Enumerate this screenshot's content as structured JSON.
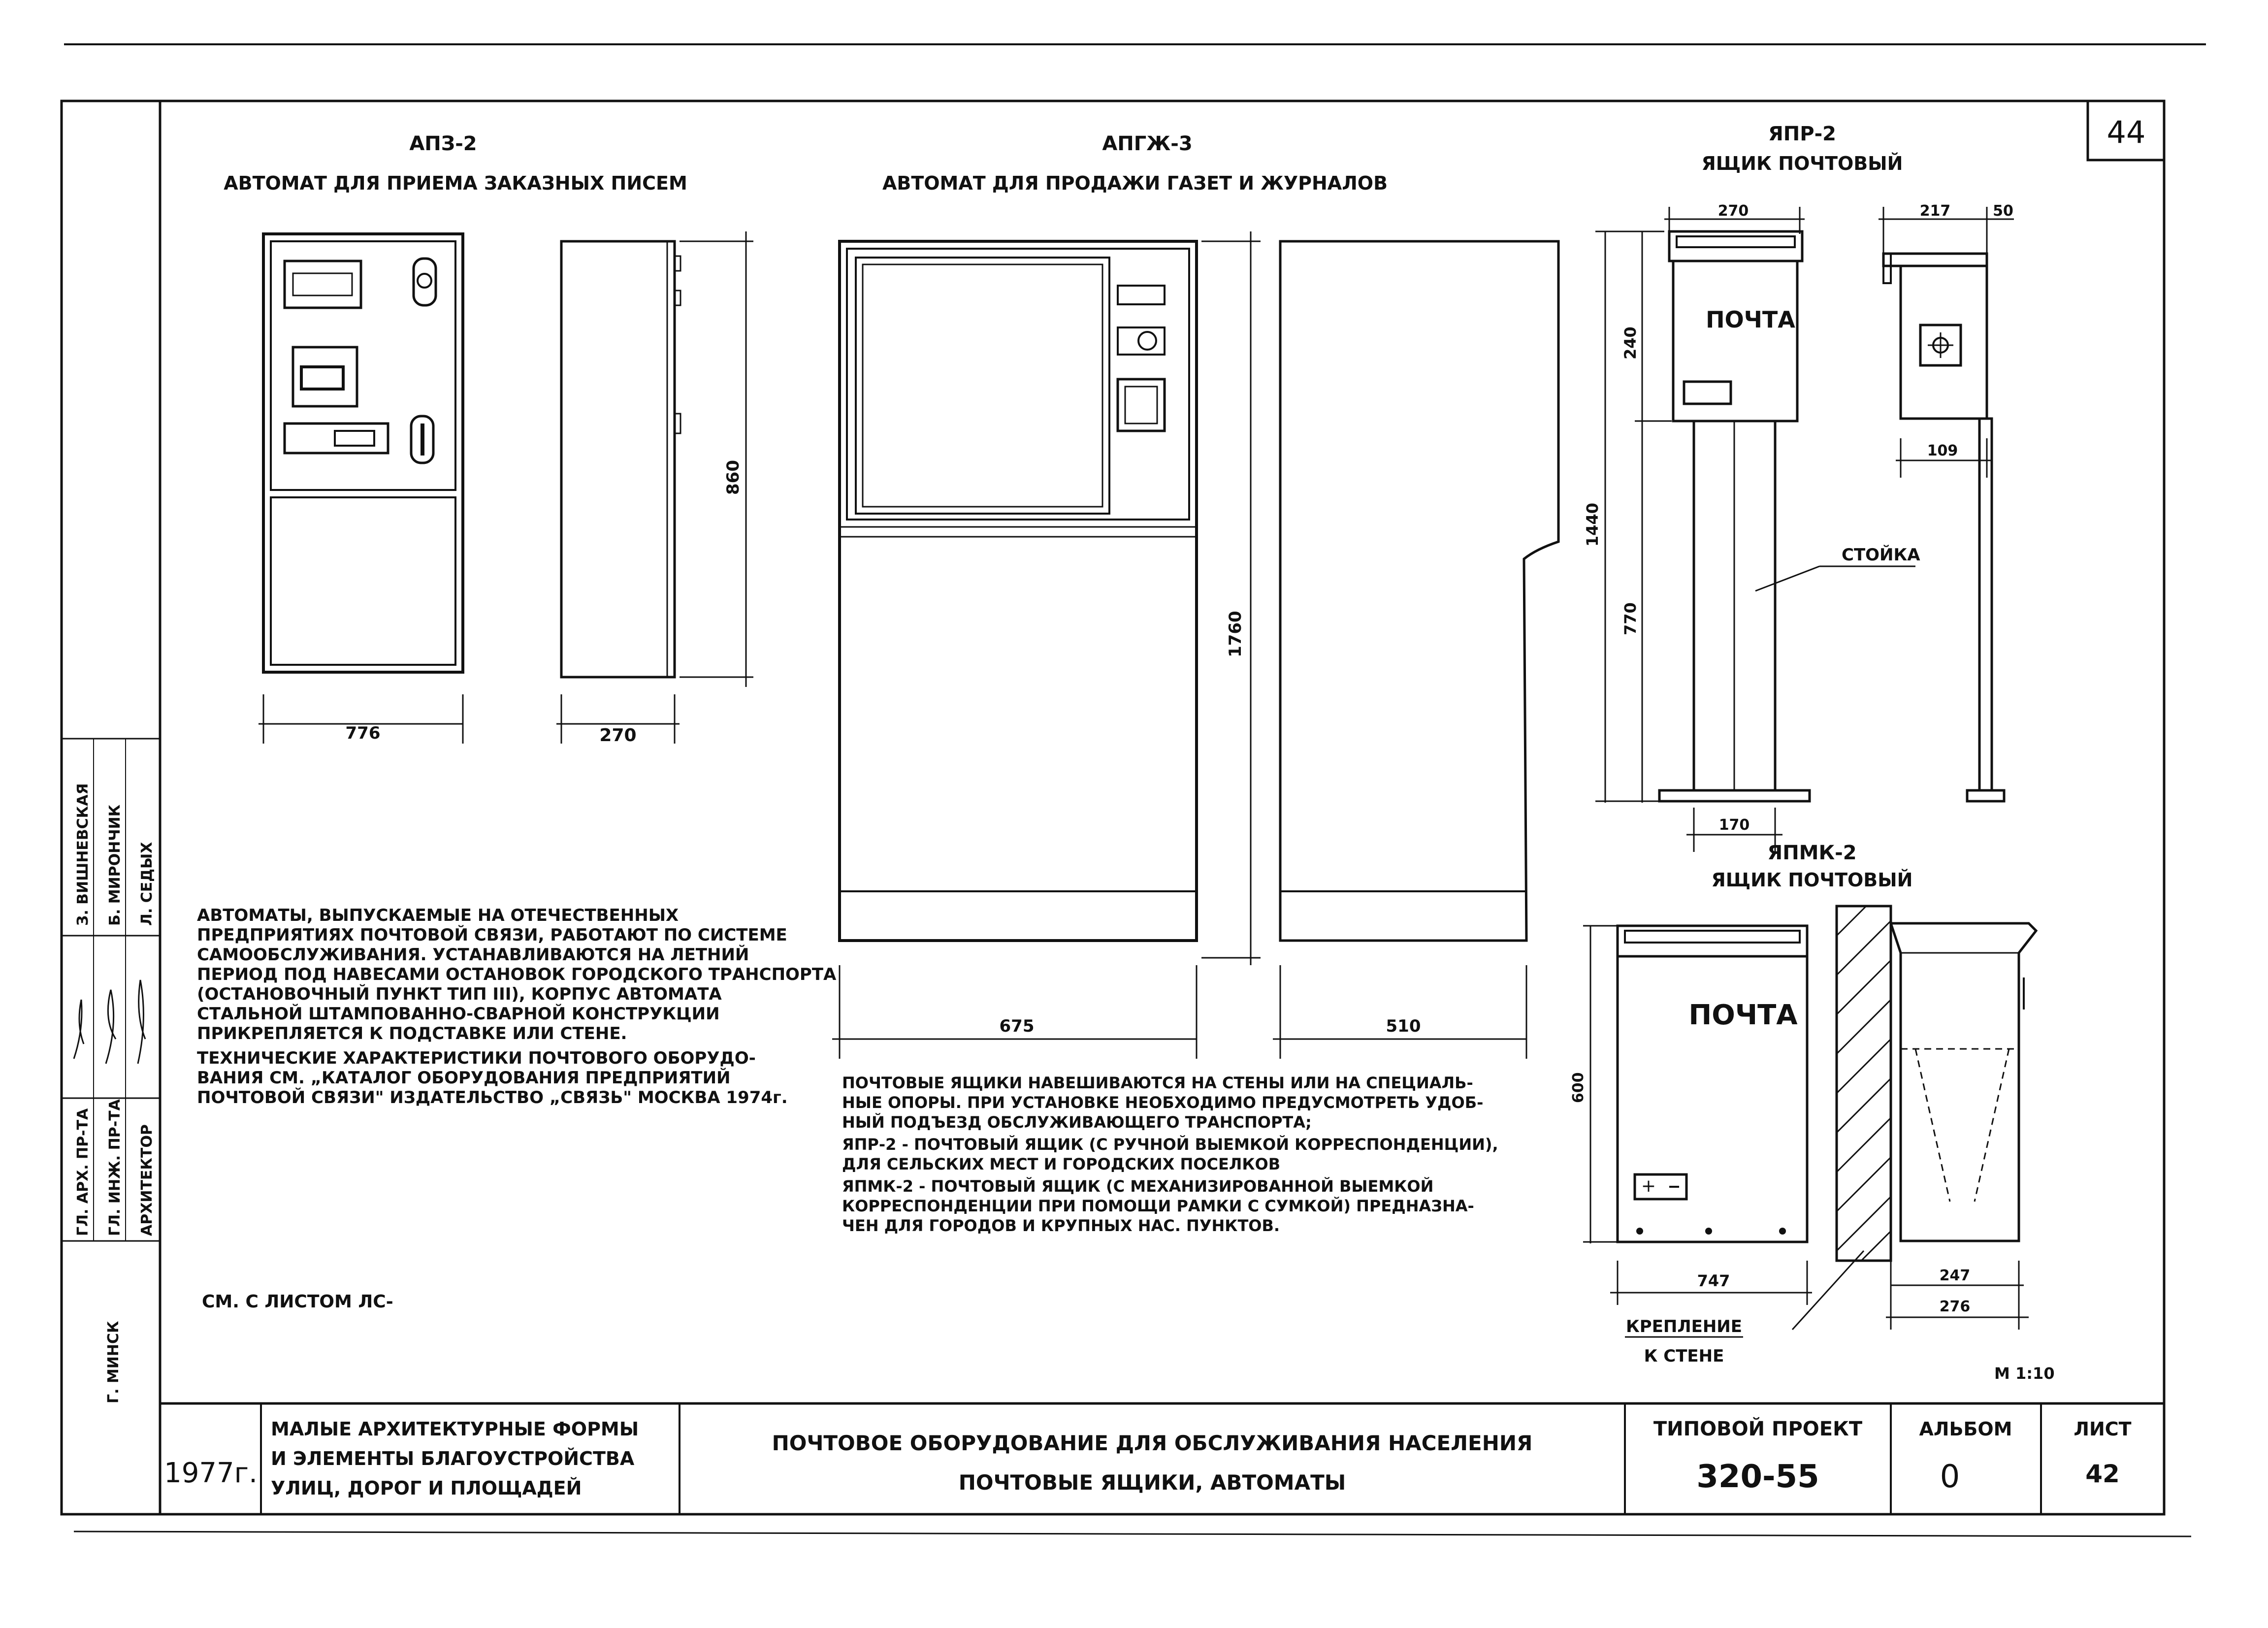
{
  "sheet": {
    "corner_number": "44",
    "scale": "М 1:10",
    "see_note": "СМ. С ЛИСТОМ ЛС-"
  },
  "left_strip": {
    "roles": [
      "ГЛ. АРХ. ПР-ТА",
      "ГЛ. ИНЖ. ПР-ТА",
      "АРХИТЕКТОР"
    ],
    "names": [
      "З. ВИШНЕВСКАЯ",
      "Б. МИРОНЧИК",
      "Л. СЕДЫХ"
    ],
    "city": "Г. МИНСК"
  },
  "apz2": {
    "code": "АПЗ-2",
    "title": "АВТОМАТ ДЛЯ ПРИЕМА ЗАКАЗНЫХ ПИСЕМ",
    "dim_width": "776",
    "dim_depth": "270",
    "dim_height": "860"
  },
  "apgzh3": {
    "code": "АПГЖ-3",
    "title": "АВТОМАТ ДЛЯ ПРОДАЖИ ГАЗЕТ И ЖУРНАЛОВ",
    "dim_width": "675",
    "dim_depth": "510",
    "dim_height": "1760"
  },
  "yapr2": {
    "code": "ЯПР-2",
    "title": "ЯЩИК ПОЧТОВЫЙ",
    "box_label": "ПОЧТА",
    "post_label": "СТОЙКА",
    "dim_width": "270",
    "dim_side": "217",
    "dim_side2": "50",
    "dim_side_bottom": "109",
    "dim_box_h": "240",
    "dim_total_h": "1440",
    "dim_post_h": "770",
    "dim_base": "170"
  },
  "yapmk2": {
    "code": "ЯПМК-2",
    "title": "ЯЩИК ПОЧТОВЫЙ",
    "box_label": "ПОЧТА",
    "dim_width": "747",
    "dim_height": "600",
    "dim_side1": "247",
    "dim_side2": "276",
    "mount_label_1": "КРЕПЛЕНИЕ",
    "mount_label_2": "К СТЕНЕ"
  },
  "notes": {
    "automats": [
      "АВТОМАТЫ, ВЫПУСКАЕМЫЕ НА ОТЕЧЕСТВЕННЫХ",
      "ПРЕДПРИЯТИЯХ ПОЧТОВОЙ СВЯЗИ, РАБОТАЮТ ПО СИСТЕМЕ",
      "САМООБСЛУЖИВАНИЯ. УСТАНАВЛИВАЮТСЯ НА ЛЕТНИЙ",
      "ПЕРИОД ПОД НАВЕСАМИ ОСТАНОВОК ГОРОДСКОГО ТРАНСПОРТА",
      "(ОСТАНОВОЧНЫЙ ПУНКТ ТИП III), КОРПУС АВТОМАТА",
      "СТАЛЬНОЙ ШТАМПОВАННО-СВАРНОЙ КОНСТРУКЦИИ",
      "ПРИКРЕПЛЯЕТСЯ К ПОДСТАВКЕ ИЛИ СТЕНЕ.",
      "ТЕХНИЧЕСКИЕ ХАРАКТЕРИСТИКИ ПОЧТОВОГО ОБОРУДО-",
      "ВАНИЯ СМ. „КАТАЛОГ ОБОРУДОВАНИЯ ПРЕДПРИЯТИЙ",
      "ПОЧТОВОЙ СВЯЗИ\" ИЗДАТЕЛЬСТВО „СВЯЗЬ\" МОСКВА 1974г."
    ],
    "boxes": [
      "ПОЧТОВЫЕ ЯЩИКИ НАВЕШИВАЮТСЯ НА СТЕНЫ ИЛИ НА СПЕЦИАЛЬ-",
      "НЫЕ ОПОРЫ. ПРИ УСТАНОВКЕ НЕОБХОДИМО ПРЕДУСМОТРЕТЬ УДОБ-",
      "НЫЙ ПОДЪЕЗД ОБСЛУЖИВАЮЩЕГО ТРАНСПОРТА;",
      "ЯПР-2 - ПОЧТОВЫЙ ЯЩИК (С РУЧНОЙ ВЫЕМКОЙ КОРРЕСПОНДЕНЦИИ),",
      "ДЛЯ СЕЛЬСКИХ МЕСТ И ГОРОДСКИХ ПОСЕЛКОВ",
      "ЯПМК-2 - ПОЧТОВЫЙ ЯЩИК (С МЕХАНИЗИРОВАННОЙ ВЫЕМКОЙ",
      "КОРРЕСПОНДЕНЦИИ ПРИ ПОМОЩИ РАМКИ С СУМКОЙ) ПРЕДНАЗНА-",
      "ЧЕН ДЛЯ ГОРОДОВ И КРУПНЫХ НАС. ПУНКТОВ."
    ]
  },
  "title_block": {
    "year": "1977г.",
    "series": [
      "МАЛЫЕ АРХИТЕКТУРНЫЕ ФОРМЫ",
      "И ЭЛЕМЕНТЫ БЛАГОУСТРОЙСТВА",
      "УЛИЦ, ДОРОГ И ПЛОЩАДЕЙ"
    ],
    "name": [
      "ПОЧТОВОЕ ОБОРУДОВАНИЕ ДЛЯ ОБСЛУЖИВАНИЯ НАСЕЛЕНИЯ",
      "ПОЧТОВЫЕ ЯЩИКИ, АВТОМАТЫ"
    ],
    "project_label": "ТИПОВОЙ ПРОЕКТ",
    "project_value": "320-55",
    "album_label": "АЛЬБОМ",
    "album_value": "0",
    "sheet_label": "ЛИСТ",
    "sheet_value": "42"
  }
}
